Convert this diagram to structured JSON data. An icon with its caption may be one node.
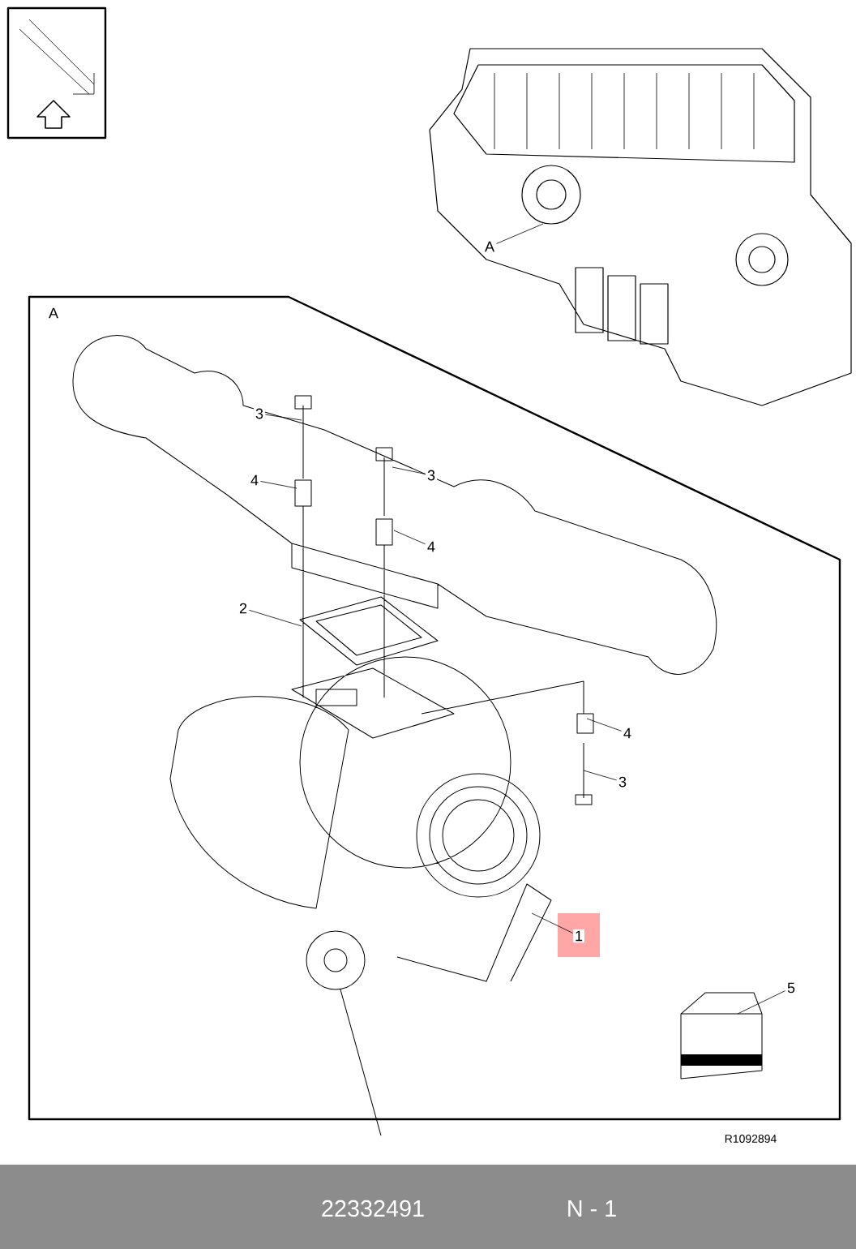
{
  "diagram": {
    "nodes": [
      {
        "text": [
          "A"
        ]
      },
      {
        "text": [
          "3"
        ]
      },
      {
        "text": [
          "4"
        ]
      },
      {
        "text": [
          "3"
        ]
      },
      {
        "text": [
          "4"
        ]
      },
      {
        "text": [
          "2"
        ]
      },
      {
        "text": [
          "4"
        ]
      },
      {
        "text": [
          "3"
        ]
      },
      {
        "text": [
          "1"
        ]
      },
      {
        "text": [
          "5"
        ]
      }
    ],
    "edges": [
      {
        "from": 0,
        "to": null,
        "arrow": "none"
      },
      {
        "from": 1,
        "to": null,
        "arrow": "none"
      },
      {
        "from": 2,
        "to": null,
        "arrow": "none"
      },
      {
        "from": 3,
        "to": null,
        "arrow": "none"
      },
      {
        "from": 4,
        "to": null,
        "arrow": "none"
      },
      {
        "from": 5,
        "to": null,
        "arrow": "none"
      },
      {
        "from": 6,
        "to": null,
        "arrow": "none"
      },
      {
        "from": 7,
        "to": null,
        "arrow": "none"
      },
      {
        "from": 8,
        "to": null,
        "arrow": "none"
      },
      {
        "from": 9,
        "to": null,
        "arrow": "none"
      }
    ],
    "labels": [
      "A",
      "R1092894",
      "22332491",
      "N - 1"
    ]
  }
}
